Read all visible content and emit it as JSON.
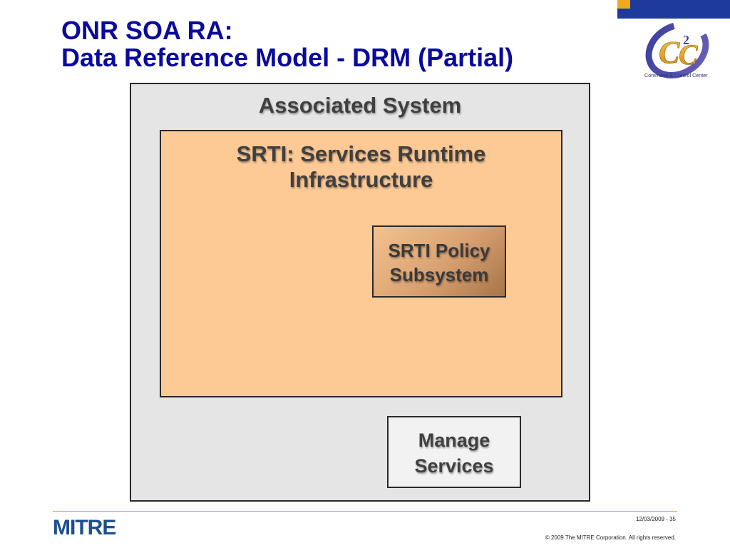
{
  "slide": {
    "title_line1": "ONR SOA RA:",
    "title_line2": "Data Reference Model - DRM (Partial)"
  },
  "logo": {
    "brand_glyph": "C",
    "superscript": "2",
    "caption": "Command & Control Center"
  },
  "diagram": {
    "associated_system": {
      "label": "Associated System"
    },
    "srti": {
      "label_line1": "SRTI: Services Runtime",
      "label_line2": "Infrastructure"
    },
    "policy_subsystem": {
      "label_line1": "SRTI Policy",
      "label_line2": "Subsystem"
    },
    "manage_services": {
      "label_line1": "Manage",
      "label_line2": "Services"
    }
  },
  "footer": {
    "brand": "MITRE",
    "date_page": "12/03/2009 - 35",
    "copyright": "© 2009 The MITRE Corporation. All rights reserved."
  },
  "colors": {
    "title": "#0a0a9c",
    "top_bar": "#1d3a9c",
    "top_bar_accent": "#f2a81d",
    "associated_system_fill": "#e5e5e5",
    "srti_fill": "#fdc995",
    "policy_fill": "#d8a070",
    "manage_fill": "#f2f2f2",
    "footer_rule": "#e8a33d",
    "mitre_logo": "#1d4f91"
  }
}
